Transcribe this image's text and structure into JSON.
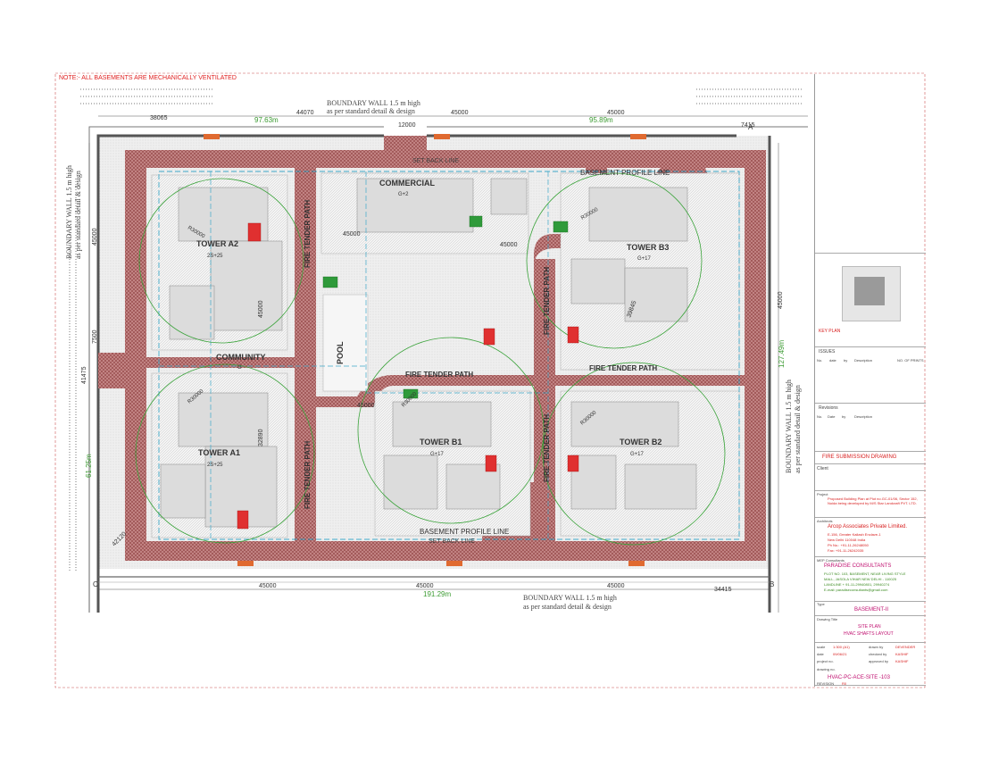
{
  "note": "NOTE:- ALL BASEMENTS ARE MECHANICALLY VENTILATED",
  "site": {
    "boundary_wall_line1": "BOUNDARY WALL 1.5 m high",
    "boundary_wall_line2": "as per standard detail & design",
    "fire_tender_path": "FIRE TENDER PATH",
    "basement_profile_line": "BASEMENT PROFILE LINE",
    "set_back_line": "SET BACK LINE",
    "pool": "POOL",
    "blocks": {
      "tower_a2": {
        "name": "TOWER A2",
        "floors": "2S+25"
      },
      "tower_a1": {
        "name": "TOWER A1",
        "floors": "2S+25"
      },
      "tower_b3": {
        "name": "TOWER B3",
        "floors": "G+17"
      },
      "tower_b1": {
        "name": "TOWER B1",
        "floors": "G+17"
      },
      "tower_b2": {
        "name": "TOWER B2",
        "floors": "G+17"
      },
      "commercial": {
        "name": "COMMERCIAL",
        "floors": "G+2"
      },
      "community": {
        "name": "COMMUNITY",
        "floors": "G"
      }
    },
    "radius_label": "R30000",
    "dimensions": {
      "top_left": "38065",
      "top_mid": "44070",
      "top_right": "45000",
      "top_gate": "12000",
      "top_right2": "45000",
      "top_corner": "7415",
      "top_green_left": "97.63m",
      "top_green_right": "95.89m",
      "commercial_h": "45000",
      "commercial_v": "45000",
      "left_v1": "45000",
      "left_v2": "7500",
      "left_v3": "41475",
      "left_green": "61.25m",
      "left_diag": "42120",
      "bottom_left": "45000",
      "bottom_mid": "45000",
      "bottom_right": "45000",
      "bottom_corner": "34415",
      "bottom_green": "191.29m",
      "right_v": "45000",
      "right_green": "127.49m",
      "a2_dim": "45000",
      "a1_dim": "32890",
      "b3_dim": "39845",
      "mid_dim": "45000",
      "corner_a": "A",
      "corner_b": "B",
      "corner_c": "C"
    }
  },
  "title_block": {
    "key_plan": "KEY PLAN",
    "issues": "ISSUES",
    "issues_cols": [
      "No.",
      "date",
      "by",
      "Description",
      "NO. OF PRINTS"
    ],
    "revisions": "Revisions",
    "revisions_cols": [
      "No.",
      "Date",
      "by",
      "Description"
    ],
    "submission": "FIRE SUBMISSION DRAWING",
    "client": "Client",
    "project_label": "Project",
    "project_text": "Proposed Building Plan at Plot no.GC-01/06, Sector 152, Noida being developed by M/S Star Landcraft PVT. LTD.",
    "architects_label": "Architects",
    "architect_name": "Arcop Associates Private Limited.",
    "architect_addr": [
      "E-156, Greater Kailash Enclave-1",
      "New Delhi 110048 India",
      "Ph No.: +91-11-26248050",
      "Fax: +91-11-26242035"
    ],
    "mep_label": "MEP Consultants",
    "mep_name": "PARADISE CONSULTANTS",
    "mep_addr": [
      "PLOT NO. 103, BASEMENT, NEAR LIVING STYLE",
      "MALL, JASOLA VIHAR NEW DELHI - 110025",
      "LANDLINE + 91-11-29940801, 29940274",
      "E-mail: paradiseconsultants@gmail.com"
    ],
    "type_label": "Type",
    "type_value": "BASEMENT-II",
    "drawing_title_label": "Drawing Title",
    "drawing_title_1": "SITE PLAN",
    "drawing_title_2": "HVAC SHAFTS LAYOUT",
    "scale_label": "scale",
    "scale_value": "1:300 (A1)",
    "drawn_label": "drawn by",
    "drawn_value": "DEVENDER",
    "date_label": "date",
    "date_value": "09/06/21",
    "checked_label": "checked by",
    "checked_value": "KASHIF",
    "projno_label": "project no.",
    "approved_label": "approved by",
    "approved_value": "KASHIF",
    "drawingno_label": "drawing no.",
    "drawing_no": "HVAC-PC-ACE-SITE -103",
    "revision_label": "REVISION",
    "revision_value": "R0"
  },
  "colors": {
    "road": "#b86a6a",
    "landscape": "#e8e8e8",
    "radius_circle": "#3aa33a",
    "blue_line": "#3fa9c9",
    "green_dim": "#3a9a30",
    "red_text": "#e02020",
    "shaft": "#e03030"
  }
}
